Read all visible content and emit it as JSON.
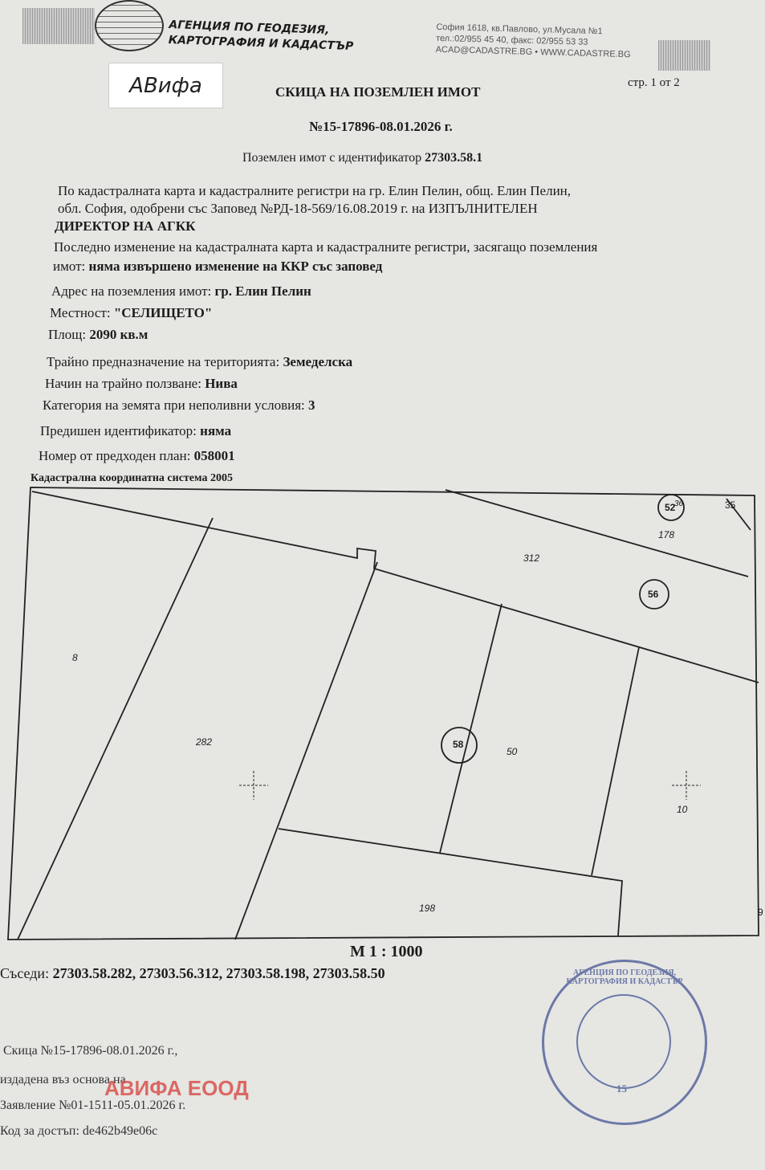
{
  "header": {
    "agency_line1": "АГЕНЦИЯ ПО ГЕОДЕЗИЯ,",
    "agency_line2": "КАРТОГРАФИЯ И КАДАСТЪР",
    "address": "София 1618, кв.Павлово, ул.Мусала №1",
    "phone": "тел.:02/955 45 40, факс: 02/955 53 33",
    "web": "ACAD@CADASTRE.BG • WWW.CADASTRE.BG",
    "logo_text": "АВифа"
  },
  "document": {
    "title": "СКИЦА НА ПОЗЕМЛЕН ИМОТ",
    "page": "стр. 1 от 2",
    "number": "№15-17896-08.01.2026 г.",
    "identifier_label": "Поземлен имот с идентификатор",
    "identifier": "27303.58.1",
    "intro": "По кадастралната карта и кадастралните регистри на гр. Елин Пелин, общ. Елин Пелин,",
    "intro2": "обл. София, одобрени със Заповед №РД-18-569/16.08.2019 г. на ИЗПЪЛНИТЕЛЕН",
    "intro3": "ДИРЕКТОР НА АГКК",
    "last_change_label": "Последно изменение на кадастралната карта и кадастралните регистри, засягащо поземления",
    "last_change_label2": "имот:",
    "last_change": "няма извършено изменение на ККР със заповед",
    "fields": [
      {
        "label": "Адрес на поземления имот:",
        "value": "гр. Елин Пелин"
      },
      {
        "label": "Местност:",
        "value": "\"СЕЛИЩЕТО\""
      },
      {
        "label": "Площ:",
        "value": "2090 кв.м"
      },
      {
        "label": "Трайно предназначение на територията:",
        "value": "Земеделска"
      },
      {
        "label": "Начин на трайно ползване:",
        "value": "Нива"
      },
      {
        "label": "Категория на земята при неполивни условия:",
        "value": "3"
      },
      {
        "label": "Предишен идентификатор:",
        "value": "няма"
      },
      {
        "label": "Номер от предходен план:",
        "value": "058001"
      }
    ]
  },
  "map": {
    "coord_system": "Кадастрална координатна система 2005",
    "scale": "М 1 : 1000",
    "labels": {
      "p8": "8",
      "p282": "282",
      "p312": "312",
      "p178": "178",
      "p35": "35",
      "p36": "36",
      "p50": "50",
      "p10": "10",
      "p198": "198",
      "p9": "9",
      "c52": "52",
      "c56": "56",
      "c58": "58"
    }
  },
  "neighbours": {
    "label": "Съседи:",
    "value": "27303.58.282, 27303.56.312, 27303.58.198, 27303.58.50"
  },
  "footer": {
    "l1": "Скица №15-17896-08.01.2026 г.,",
    "l2": "издадена въз основа на",
    "l3": "Заявление №01-1511-05.01.2026 г.",
    "l4": "Код за достъп: de462b49e06c",
    "watermark": "АВИФА ЕООД"
  },
  "stamp": {
    "text": "АГЕНЦИЯ ПО ГЕОДЕЗИЯ, КАРТОГРАФИЯ И КАДАСТЪР",
    "number": "15"
  }
}
